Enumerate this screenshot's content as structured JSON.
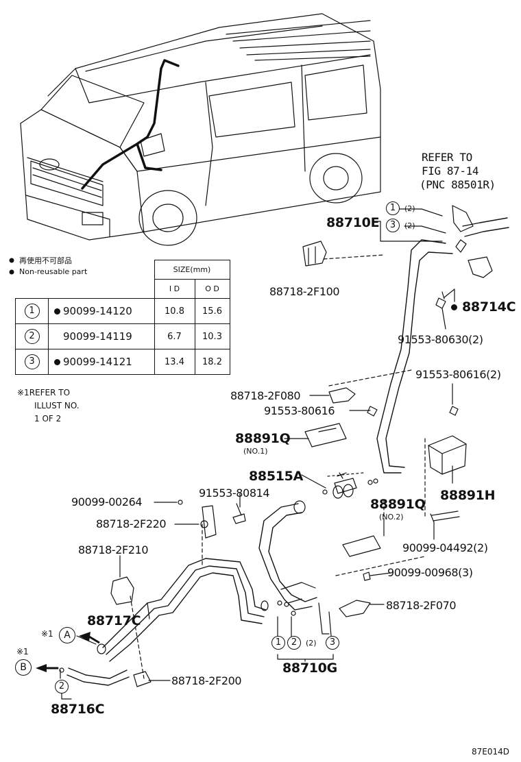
{
  "legend": {
    "reuse_jp": "再使用不可部品",
    "reuse_en": "Non-reusable part"
  },
  "size_table": {
    "size_header": "SIZE(mm)",
    "id_header": "I D",
    "od_header": "O D",
    "rows": [
      {
        "num": "1",
        "part": "90099-14120",
        "non_reusable": true,
        "id": "10.8",
        "od": "15.6"
      },
      {
        "num": "2",
        "part": "90099-14119",
        "non_reusable": false,
        "id": "6.7",
        "od": "10.3"
      },
      {
        "num": "3",
        "part": "90099-14121",
        "non_reusable": true,
        "id": "13.4",
        "od": "18.2"
      }
    ]
  },
  "footnote": {
    "line1": "※1REFER TO",
    "line2": "ILLUST NO.",
    "line3": "1 OF 2"
  },
  "refer": {
    "line1": "REFER TO",
    "line2": "FIG 87-14",
    "line3": "(PNC 88501R)"
  },
  "labels": {
    "p88710E": "88710E",
    "p88718_2F100": "88718-2F100",
    "p88714C": "88714C",
    "p91553_80630": "91553-80630(2)",
    "p91553_80616_2": "91553-80616(2)",
    "p88718_2F080": "88718-2F080",
    "p91553_80616": "91553-80616",
    "p88891Q_1": "88891Q",
    "no1": "(NO.1)",
    "p88515A": "88515A",
    "p88891H": "88891H",
    "p90099_00264": "90099-00264",
    "p91553_80814": "91553-80814",
    "p88718_2F220": "88718-2F220",
    "p88891Q_2": "88891Q",
    "no2": "(NO.2)",
    "p90099_04492": "90099-04492(2)",
    "p88718_2F210": "88718-2F210",
    "p90099_00968": "90099-00968(3)",
    "p88718_2F070": "88718-2F070",
    "p88717C": "88717C",
    "p88710G": "88710G",
    "p88718_2F200": "88718-2F200",
    "p88716C": "88716C",
    "qty2": "(2)",
    "mark1": "※1",
    "arrowA": "A",
    "arrowB": "B",
    "n1": "1",
    "n2": "2",
    "n3": "3",
    "figure_code": "87E014D"
  }
}
